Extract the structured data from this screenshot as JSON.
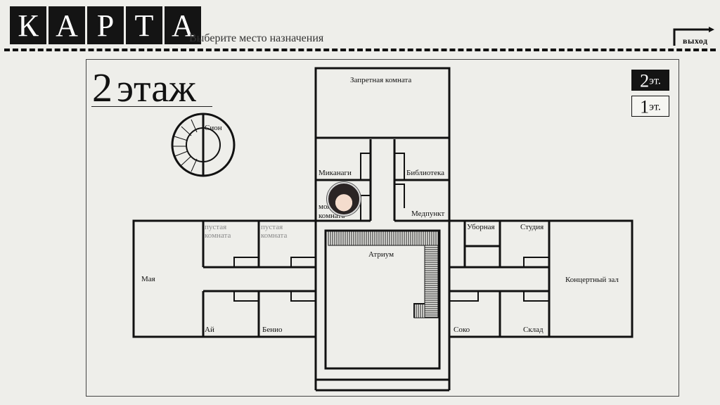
{
  "header": {
    "title_letters": [
      "К",
      "А",
      "Р",
      "Т",
      "А"
    ],
    "subtitle": "Выберите место назначения",
    "exit_label": "выход"
  },
  "floor_title": {
    "number": "2",
    "word": "этаж"
  },
  "floor_switch": {
    "floor2": {
      "number": "2",
      "suffix": "эт.",
      "active": true
    },
    "floor1": {
      "number": "1",
      "suffix": "эт.",
      "active": false
    }
  },
  "rooms": {
    "zion": "Сион",
    "forbidden": "Запретная комната",
    "mikanagi": "Миканаги",
    "library": "Библиотека",
    "my_room_l1": "моя",
    "my_room_l2": "комната",
    "infirmary": "Медпункт",
    "empty1_l1": "пустая",
    "empty1_l2": "комната",
    "empty2_l1": "пустая",
    "empty2_l2": "комната",
    "maya": "Мая",
    "atrium": "Атриум",
    "restroom": "Уборная",
    "studio": "Студия",
    "concert_hall": "Концертный зал",
    "ai": "Ай",
    "benio": "Бенио",
    "soko": "Соко",
    "storage": "Склад"
  },
  "colors": {
    "background": "#eeeeea",
    "ink": "#141414",
    "empty_room_text": "#8a8a8a"
  }
}
